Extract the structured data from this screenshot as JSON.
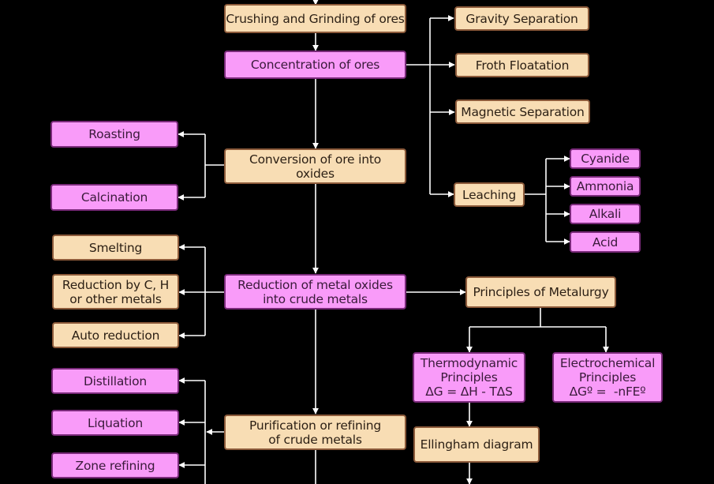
{
  "diagram": {
    "colors": {
      "background": "#000000",
      "peach_fill": "#F8DDB4",
      "peach_border": "#8C5A3A",
      "pink_fill": "#F99BF9",
      "pink_border": "#7A2A7A",
      "connector": "#FFFFFF"
    },
    "main_flow": {
      "crushing": "Crushing and Grinding of ores",
      "concentration": "Concentration of ores",
      "conversion": "Conversion of ore into oxides",
      "reduction": "Reduction of metal oxides into crude metals",
      "purification": "Purification or refining of crude metals"
    },
    "concentration_methods": [
      "Gravity Separation",
      "Froth Floatation",
      "Magnetic Separation",
      "Leaching"
    ],
    "leaching_agents": [
      "Cyanide",
      "Ammonia",
      "Alkali",
      "Acid"
    ],
    "conversion_methods": [
      "Roasting",
      "Calcination"
    ],
    "reduction_methods": [
      "Smelting",
      "Reduction by C, H or other metals",
      "Auto reduction"
    ],
    "refining_methods": [
      "Distillation",
      "Liquation",
      "Zone refining"
    ],
    "principles": {
      "title": "Principles of Metalurgy",
      "thermodynamic": {
        "line1": "Thermodynamic",
        "line2": "Principles",
        "equation": "ΔG = ΔH - TΔS"
      },
      "electrochemical": {
        "line1": "Electrochemical",
        "line2": "Principles",
        "equation": "ΔGº =  -nFEº"
      },
      "ellingham": "Ellingham diagram"
    }
  }
}
